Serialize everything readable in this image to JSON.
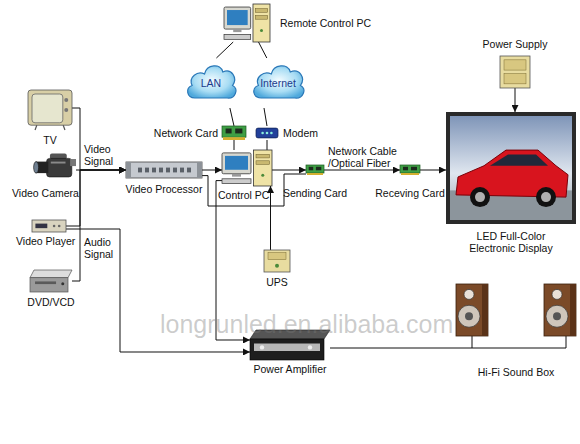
{
  "diagram": {
    "nodes": [
      {
        "text": [
          "Remote Control PC"
        ]
      },
      {
        "text": [
          "LAN"
        ]
      },
      {
        "text": [
          "Internet"
        ]
      },
      {
        "text": [
          "Network Card"
        ]
      },
      {
        "text": [
          "Modem"
        ]
      },
      {
        "text": [
          "TV"
        ]
      },
      {
        "text": [
          "Video Camera"
        ]
      },
      {
        "text": [
          "Video Player"
        ]
      },
      {
        "text": [
          "DVD/VCD"
        ]
      },
      {
        "text": [
          "Video Processor"
        ]
      },
      {
        "text": [
          "Control PC"
        ]
      },
      {
        "text": [
          "Sending Card"
        ]
      },
      {
        "text": [
          "Receving Card"
        ]
      },
      {
        "text": [
          "LED Full-Color Electronic Display"
        ]
      },
      {
        "text": [
          "Power Supply"
        ]
      },
      {
        "text": [
          "UPS"
        ]
      },
      {
        "text": [
          "Power Amplifier"
        ]
      },
      {
        "text": [
          "Hi-Fi Sound Box"
        ]
      }
    ],
    "edges": [
      {
        "from": 0,
        "to": 1,
        "arrow": "none"
      },
      {
        "from": 0,
        "to": 2,
        "arrow": "none"
      },
      {
        "from": 1,
        "to": 3,
        "arrow": "none"
      },
      {
        "from": 2,
        "to": 4,
        "arrow": "none"
      },
      {
        "from": 3,
        "to": 10,
        "arrow": "none"
      },
      {
        "from": 4,
        "to": 10,
        "arrow": "none"
      },
      {
        "from": 5,
        "to": 9,
        "arrow": "to"
      },
      {
        "from": 6,
        "to": 9,
        "label": "Video Signal",
        "arrow": "to"
      },
      {
        "from": 7,
        "to": 9,
        "arrow": "to"
      },
      {
        "from": 8,
        "to": 9,
        "arrow": "to"
      },
      {
        "from": 9,
        "to": 10,
        "arrow": "to"
      },
      {
        "from": 10,
        "to": 11,
        "arrow": "to"
      },
      {
        "from": 9,
        "to": 11,
        "arrow": "none"
      },
      {
        "from": 11,
        "to": 12,
        "label": "Network Cable /Optical Fiber",
        "arrow": "to"
      },
      {
        "from": 12,
        "to": 13,
        "arrow": "to"
      },
      {
        "from": 14,
        "to": 13,
        "arrow": "to"
      },
      {
        "from": 15,
        "to": 10,
        "arrow": "to"
      },
      {
        "from": 7,
        "to": 16,
        "label": "Audio Signal",
        "arrow": "to"
      },
      {
        "from": 10,
        "to": 16,
        "arrow": "to"
      },
      {
        "from": 16,
        "to": 17,
        "arrow": "none"
      }
    ],
    "labels": [
      "longrunled.en.alibaba.com"
    ]
  }
}
